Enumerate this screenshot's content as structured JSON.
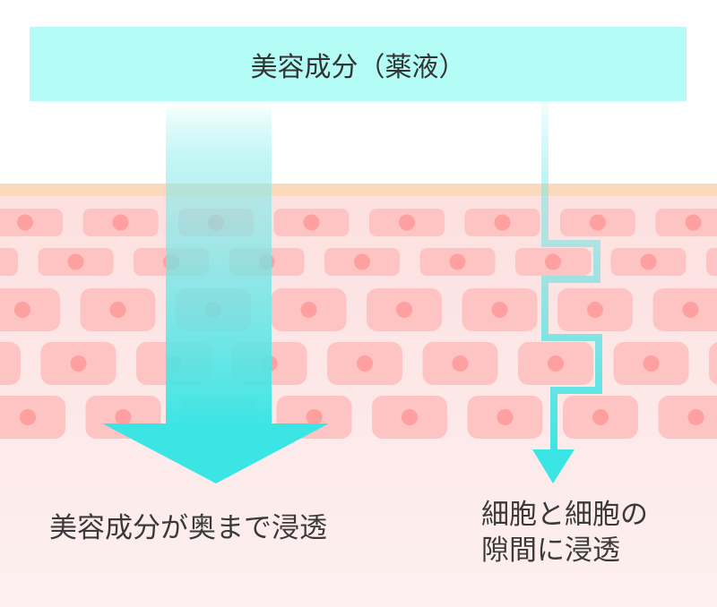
{
  "title": "美容成分（薬液）",
  "labels": {
    "deep": "美容成分が奥まで浸透",
    "gap_line1": "細胞と細胞の",
    "gap_line2": "隙間に浸透"
  },
  "colors": {
    "title_box": "#b4fdf6",
    "skin_surface": "#fbd9bd",
    "skin_background": "#fde0e0",
    "cell": "#fec3c3",
    "nucleus": "#fea0a0",
    "arrow": "#3ae5e4"
  }
}
